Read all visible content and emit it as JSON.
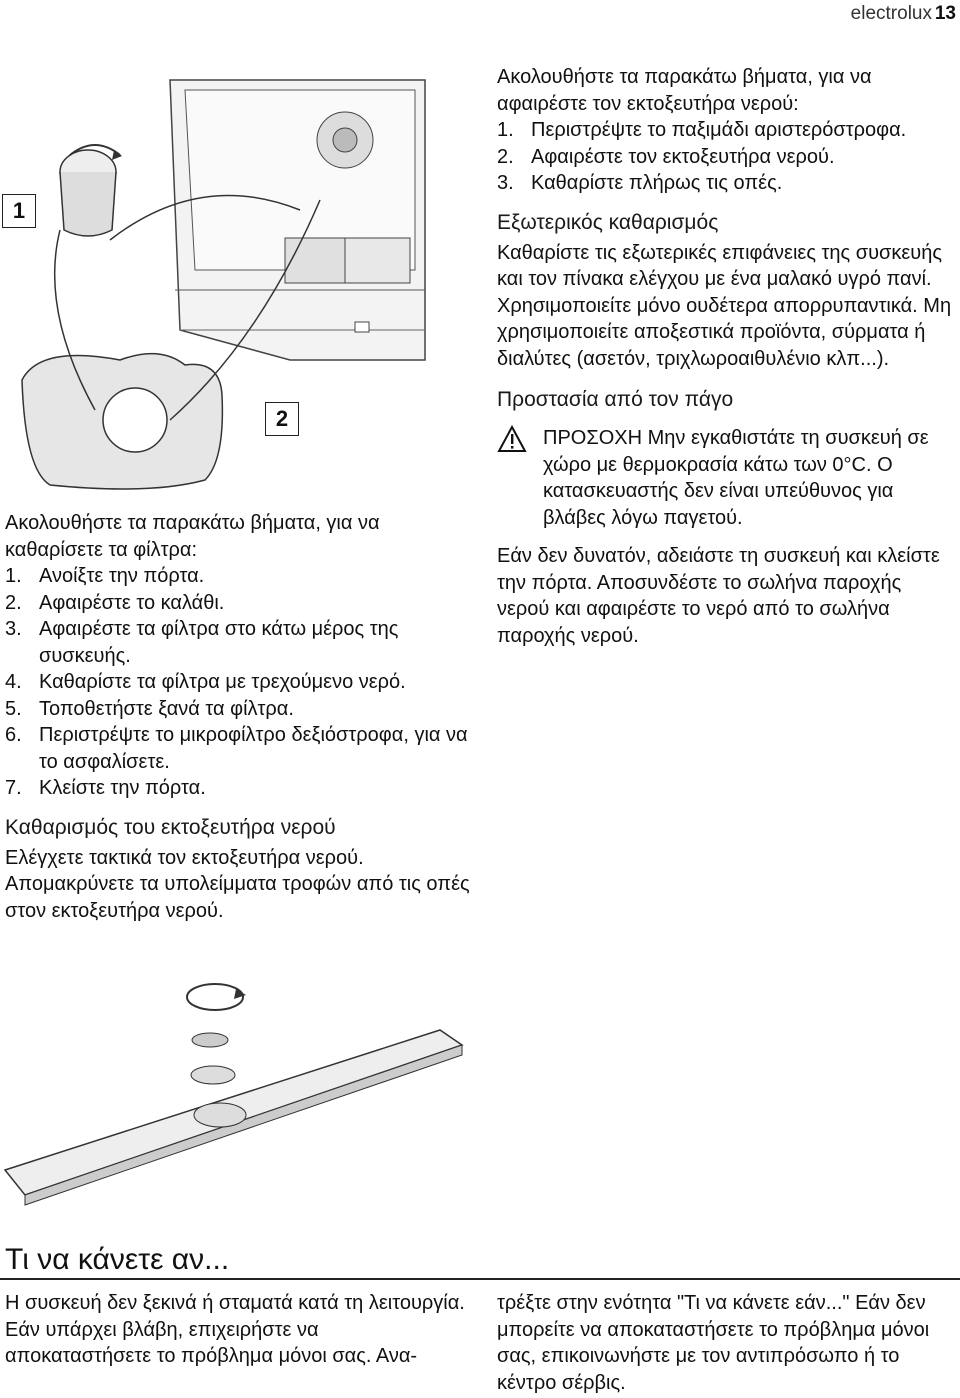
{
  "header": {
    "brand": "electrolux",
    "page_number": "13"
  },
  "figure_labels": {
    "one": "1",
    "two": "2"
  },
  "left": {
    "intro": "Ακολουθήστε τα παρακάτω βήματα, για να καθαρίσετε τα φίλτρα:",
    "steps": [
      {
        "n": "1.",
        "text": "Ανοίξτε την πόρτα."
      },
      {
        "n": "2.",
        "text": "Αφαιρέστε το καλάθι."
      },
      {
        "n": "3.",
        "text": "Αφαιρέστε τα φίλτρα στο κάτω μέρος της συσκευής."
      },
      {
        "n": "4.",
        "text": "Καθαρίστε τα φίλτρα με τρεχούμενο νερό."
      },
      {
        "n": "5.",
        "text": "Τοποθετήστε ξανά τα φίλτρα."
      },
      {
        "n": "6.",
        "text": "Περιστρέψτε το μικροφίλτρο δεξιόστροφα, για να το ασφαλίσετε."
      },
      {
        "n": "7.",
        "text": "Κλείστε την πόρτα."
      }
    ],
    "spray_heading": "Καθαρισμός του εκτοξευτήρα νερού",
    "spray_text": "Ελέγχετε τακτικά τον εκτοξευτήρα νερού. Απομακρύνετε τα υπολείμματα τροφών από τις οπές στον εκτοξευτήρα νερού."
  },
  "right": {
    "intro": "Ακολουθήστε τα παρακάτω βήματα, για να αφαιρέστε τον εκτοξευτήρα νερού:",
    "steps": [
      {
        "n": "1.",
        "text": "Περιστρέψτε το παξιμάδι αριστερόστροφα."
      },
      {
        "n": "2.",
        "text": "Αφαιρέστε τον εκτοξευτήρα νερού."
      },
      {
        "n": "3.",
        "text": "Καθαρίστε πλήρως τις οπές."
      }
    ],
    "external_heading": "Εξωτερικός καθαρισμός",
    "external_text": "Καθαρίστε τις εξωτερικές επιφάνειες της συσκευής και τον πίνακα ελέγχου με ένα μαλακό υγρό πανί. Χρησιμοποιείτε μόνο ουδέτερα απορρυπαντικά. Μη χρησιμοποιείτε αποξεστικά προϊόντα, σύρματα ή διαλύτες (ασετόν, τριχλωροαιθυλένιο κλπ...).",
    "frost_heading": "Προστασία από τον πάγο",
    "warning_label": "ΠΡΟΣΟΧΗ",
    "warning_text": "Μην εγκαθιστάτε τη συσκευή σε χώρο με θερμοκρασία κάτω των 0°C. Ο κατασκευαστής δεν είναι υπεύθυνος για βλάβες λόγω παγετού.",
    "frost_text": "Εάν δεν δυνατόν, αδειάστε τη συσκευή και κλείστε την πόρτα. Αποσυνδέστε το σωλήνα παροχής νερού και αφαιρέστε το νερό από το σωλήνα παροχής νερού."
  },
  "troubleshoot": {
    "title": "Τι να κάνετε αν...",
    "col1": "Η συσκευή δεν ξεκινά ή σταματά κατά τη λειτουργία. Εάν υπάρχει βλάβη, επιχειρήστε να αποκαταστήσετε το πρόβλημα μόνοι σας. Ανα-",
    "col2": "τρέξτε στην ενότητα \"Τι να κάνετε εάν...\" Εάν δεν μπορείτε να αποκαταστήσετε το πρόβλημα μόνοι σας, επικοινωνήστε με τον αντιπρόσωπο ή το κέντρο σέρβις."
  }
}
